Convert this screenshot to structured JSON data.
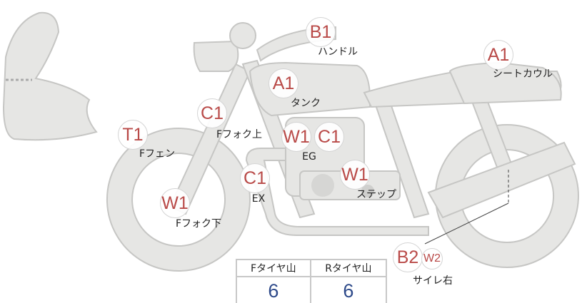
{
  "colors": {
    "badge_text": "#b94a48",
    "value_text": "#2e4a8a",
    "part_fill": "#e6e6e4",
    "part_stroke": "#c6c6c4"
  },
  "parts": [
    {
      "code": "B1",
      "name": "ハンドル"
    },
    {
      "code": "A1",
      "name": "シートカウル"
    },
    {
      "code": "A1",
      "name": "タンク"
    },
    {
      "code": "C1",
      "name": "Fフォク上"
    },
    {
      "code": "T1",
      "name": "Fフェン"
    },
    {
      "code": "W1",
      "code2": "C1",
      "name": "EG"
    },
    {
      "code": "W1",
      "name": "ステップ"
    },
    {
      "code": "C1",
      "name": "EX"
    },
    {
      "code": "W1",
      "name": "Fフォク下"
    },
    {
      "code": "B2",
      "code2": "W2",
      "name": "サイレ右"
    }
  ],
  "tire_table": {
    "headers": [
      "Fタイヤ山",
      "Rタイヤ山"
    ],
    "values": [
      "6",
      "6"
    ]
  }
}
